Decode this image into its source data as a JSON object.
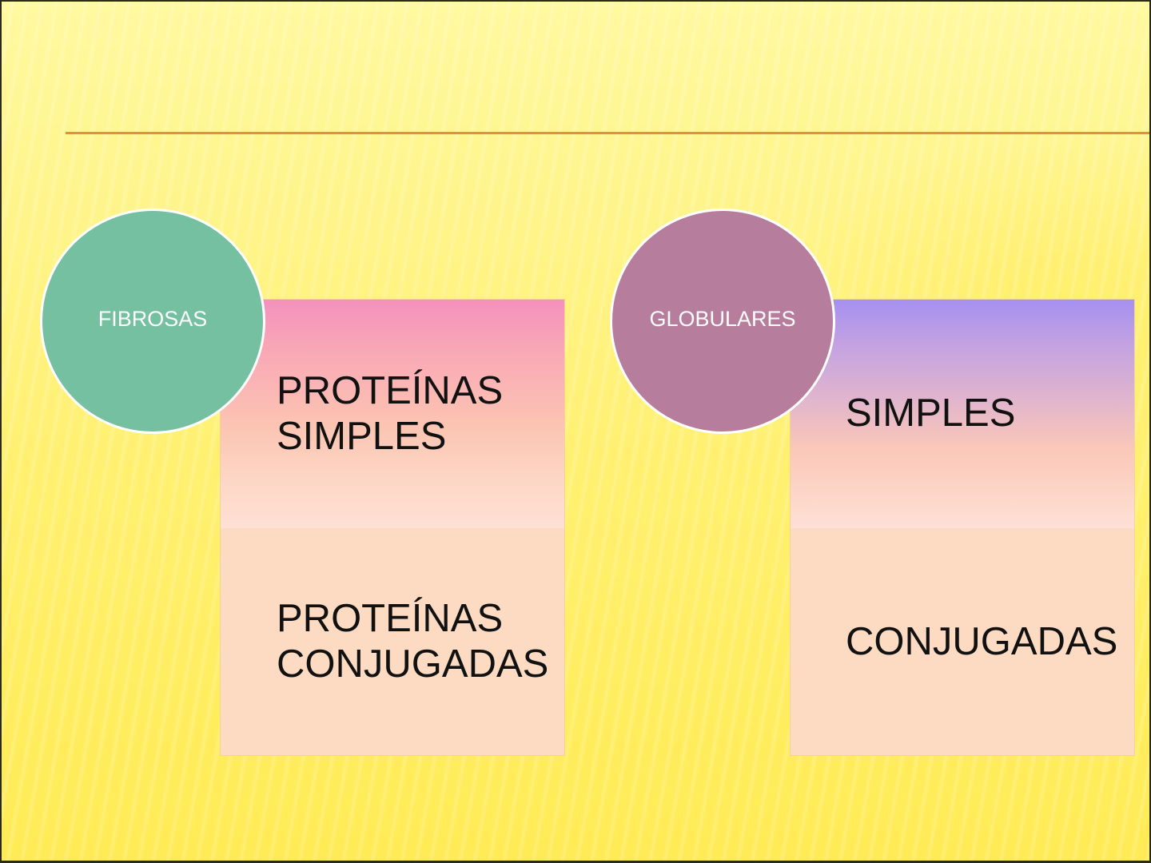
{
  "slide": {
    "background_color": "#fff48a",
    "title_rule_color": "#ee8a3a",
    "groups": [
      {
        "category": "FIBROSAS",
        "circle_color": "#74c0a0",
        "top_gradient": [
          "#f491bd",
          "#fee0d4"
        ],
        "items": [
          "PROTEÍNAS\nSIMPLES",
          "PROTEÍNAS\nCONJUGADAS"
        ]
      },
      {
        "category": "GLOBULARES",
        "circle_color": "#b67d9c",
        "top_gradient": [
          "#a690f0",
          "#fee0d6"
        ],
        "items": [
          "SIMPLES",
          "CONJUGADAS"
        ]
      }
    ],
    "item_bottom_color": "#fcdbc2",
    "text_color": "#111111"
  }
}
